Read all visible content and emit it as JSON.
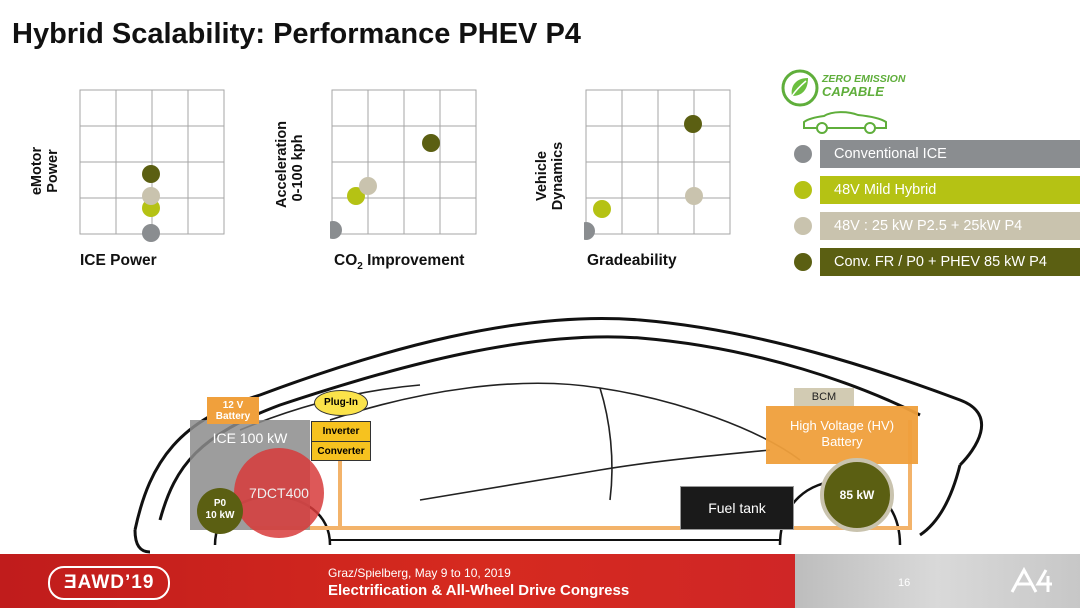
{
  "title": "Hybrid Scalability: Performance PHEV P4",
  "charts": [
    {
      "ylabel_l1": "eMotor",
      "ylabel_l2": "Power",
      "xlabel": "ICE Power"
    },
    {
      "ylabel_l1": "Acceleration",
      "ylabel_l2": "0-100 kph",
      "xlabel_main": "CO",
      "xlabel_sub": "2",
      "xlabel_rest": " Improvement"
    },
    {
      "ylabel_l1": "Vehicle",
      "ylabel_l2": "Dynamics",
      "xlabel": "Gradeability"
    }
  ],
  "zero_emission": {
    "line1": "ZERO EMISSION",
    "line2": "CAPABLE"
  },
  "legend": [
    {
      "label": "Conventional ICE",
      "color": "#8a8d90"
    },
    {
      "label": "48V Mild Hybrid",
      "color": "#b5c214"
    },
    {
      "label": "48V : 25 kW P2.5 + 25kW P4",
      "color": "#c9c3ae"
    },
    {
      "label": "Conv. FR / P0 + PHEV 85 kW P4",
      "color": "#5b5f12"
    }
  ],
  "diagram": {
    "battery12v": "12 V Battery",
    "plugin": "Plug-In",
    "ice": "ICE 100 kW",
    "inverter": "Inverter",
    "converter": "Converter",
    "dct": "7DCT400",
    "p0_l1": "P0",
    "p0_l2": "10 kW",
    "bcm": "BCM",
    "hv_battery_l1": "High Voltage (HV)",
    "hv_battery_l2": "Battery",
    "fuel_tank": "Fuel tank",
    "motor_85": "85 kW"
  },
  "footer": {
    "logo": "ƎAWD’19",
    "location": "Graz/Spielberg, May 9 to 10, 2019",
    "event": "Electrification & All-Wheel Drive Congress",
    "page": "16"
  }
}
